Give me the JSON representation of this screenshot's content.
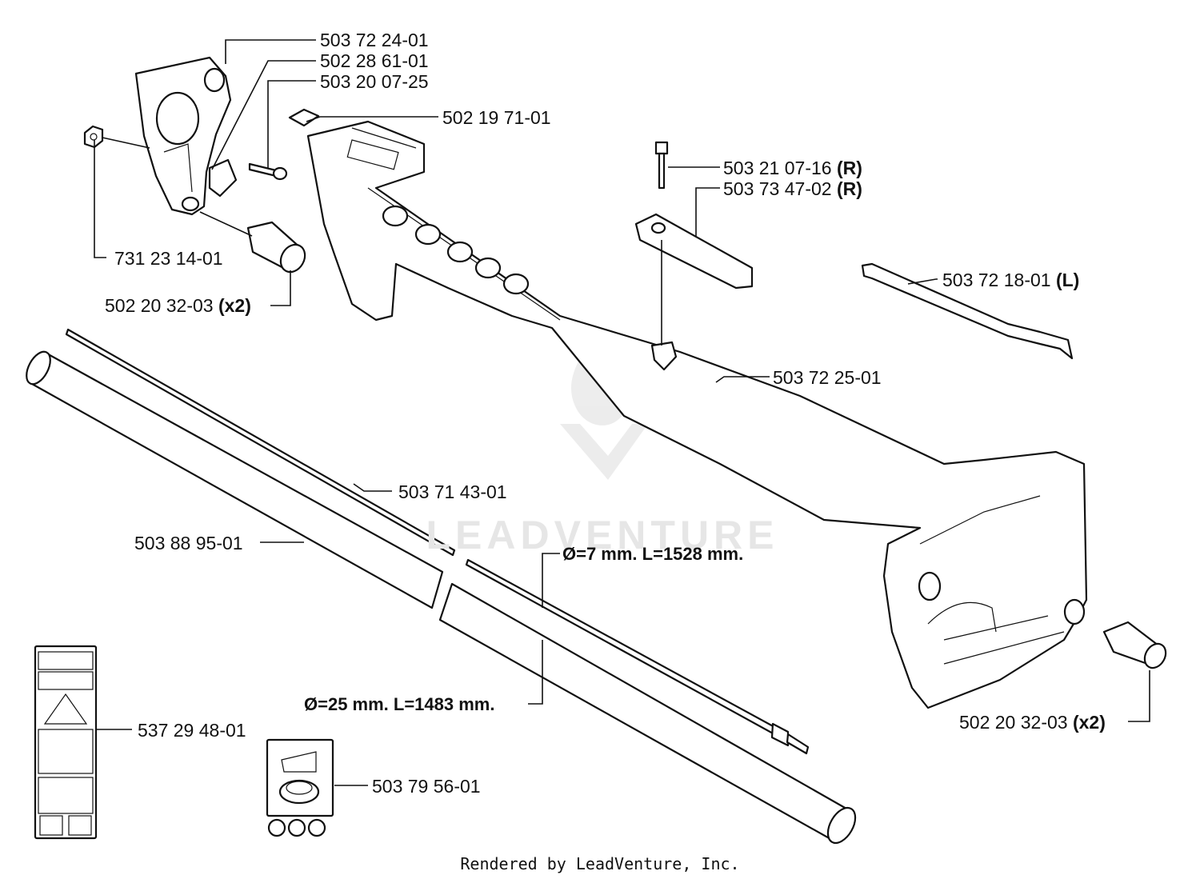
{
  "parts": [
    {
      "number": "503 72 24-01",
      "suffix": ""
    },
    {
      "number": "502 28 61-01",
      "suffix": ""
    },
    {
      "number": "503 20 07-25",
      "suffix": ""
    },
    {
      "number": "502 19 71-01",
      "suffix": ""
    },
    {
      "number": "503 21 07-16",
      "suffix": "(R)"
    },
    {
      "number": "503 73 47-02",
      "suffix": "(R)"
    },
    {
      "number": "731 23 14-01",
      "suffix": ""
    },
    {
      "number": "502 20 32-03",
      "suffix": "(x2)"
    },
    {
      "number": "503 72 18-01",
      "suffix": "(L)"
    },
    {
      "number": "503 72 25-01",
      "suffix": ""
    },
    {
      "number": "503 71 43-01",
      "suffix": ""
    },
    {
      "number": "503 88 95-01",
      "suffix": ""
    },
    {
      "number": "537 29 48-01",
      "suffix": ""
    },
    {
      "number": "503 79 56-01",
      "suffix": ""
    },
    {
      "number": "502 20 32-03",
      "suffix": "(x2)"
    }
  ],
  "dimensions": {
    "shaft": "Ø=7 mm. L=1528 mm.",
    "tube": "Ø=25 mm. L=1483 mm."
  },
  "watermark": "LEADVENTURE",
  "footer": "Rendered by LeadVenture, Inc."
}
